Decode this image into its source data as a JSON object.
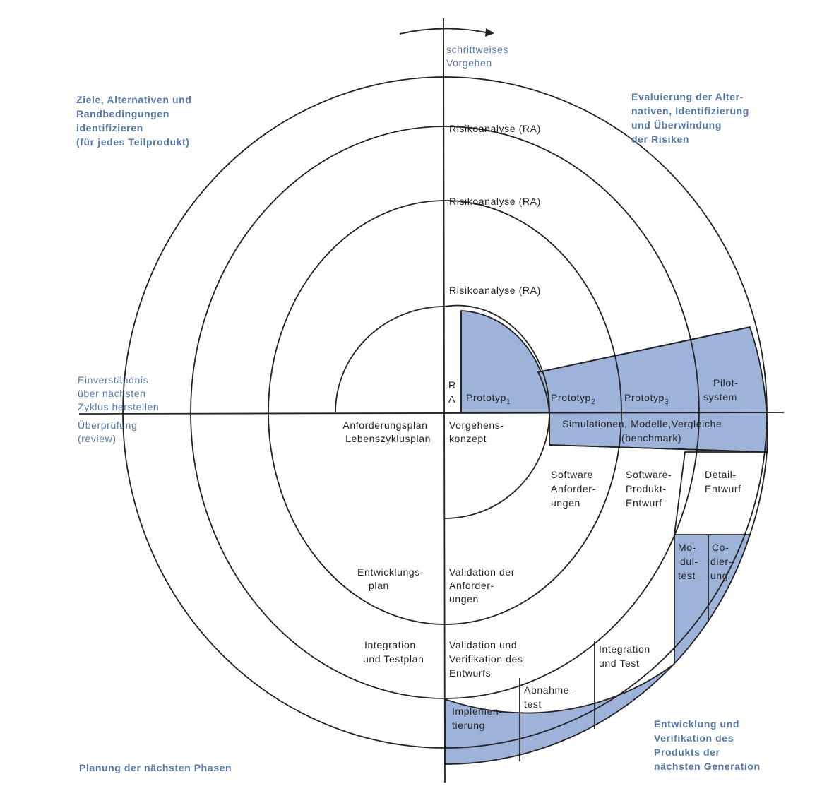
{
  "colors": {
    "shade": "#9db3d9",
    "line": "#222222",
    "blue_text": "#5577a8"
  },
  "labels": {
    "top": [
      "schrittweises",
      "Vorgehen"
    ],
    "tl": [
      "Ziele, Alternativen und",
      "Randbedingungen",
      "identifizieren",
      "(für jedes Teilprodukt)"
    ],
    "tr": [
      "Evaluierung der Alter-",
      "nativen, Identifizierung",
      "und Überwindung",
      "der Risiken"
    ],
    "left": [
      "Einverständnis",
      "über nächsten",
      "Zyklus herstellen"
    ],
    "review": [
      "Überprüfung",
      "(review)"
    ],
    "bl": "Planung der nächsten Phasen",
    "br": [
      "Entwicklung und",
      "Verifikation des",
      "Produkts der",
      "nächsten Generation"
    ],
    "risk": "Risikoanalyse (RA)",
    "ra": [
      "R",
      "A"
    ],
    "proto_base": "Prototyp",
    "proto_subs": [
      "1",
      "2",
      "3"
    ],
    "pilot": [
      "Pilot-",
      "system"
    ],
    "sim": [
      "Simulationen, Modelle,Vergleiche",
      "(benchmark)"
    ],
    "anf": [
      "Anforderungsplan",
      "Lebenszyklusplan"
    ],
    "vorg": [
      "Vorgehens-",
      "konzept"
    ],
    "sw_anf": [
      "Software",
      "Anforder-",
      "ungen"
    ],
    "sw_prod": [
      "Software-",
      "Produkt-",
      "Entwurf"
    ],
    "detail": [
      "Detail-",
      "Entwurf"
    ],
    "modul": [
      "Mo-",
      "dul-",
      "test"
    ],
    "cod": [
      "Co-",
      "dier-",
      "ung"
    ],
    "entw": [
      "Entwicklungs-",
      "plan"
    ],
    "val_anf": [
      "Validation der",
      "Anforder-",
      "ungen"
    ],
    "integ_plan": [
      "Integration",
      "und Testplan"
    ],
    "val_entw": [
      "Validation und",
      "Verifikation des",
      "Entwurfs"
    ],
    "integ_test": [
      "Integration",
      "und Test"
    ],
    "abnahme": [
      "Abnahme-",
      "test"
    ],
    "impl": [
      "Implemen-",
      "tierung"
    ]
  }
}
